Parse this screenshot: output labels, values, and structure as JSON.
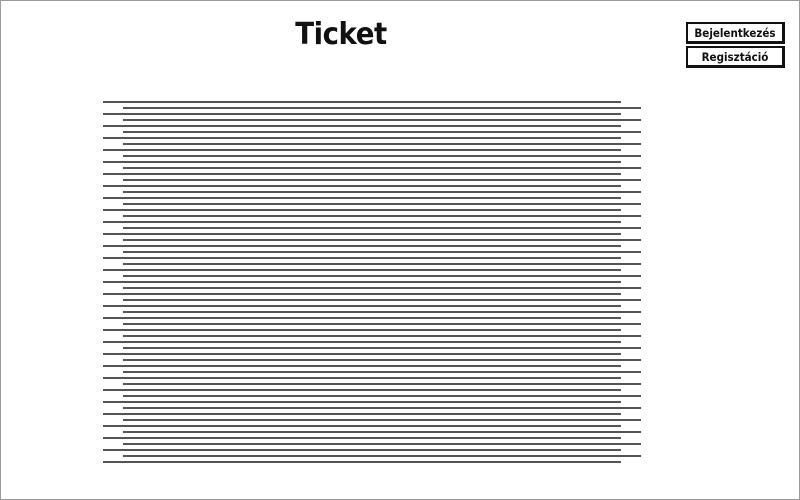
{
  "header": {
    "title": "Ticket"
  },
  "auth": {
    "login_label": "Bejelentkezés",
    "register_label": "Regisztáció"
  },
  "content": {
    "kind": "text-placeholder-lines",
    "line_color": "#555555",
    "line_count": 61
  }
}
